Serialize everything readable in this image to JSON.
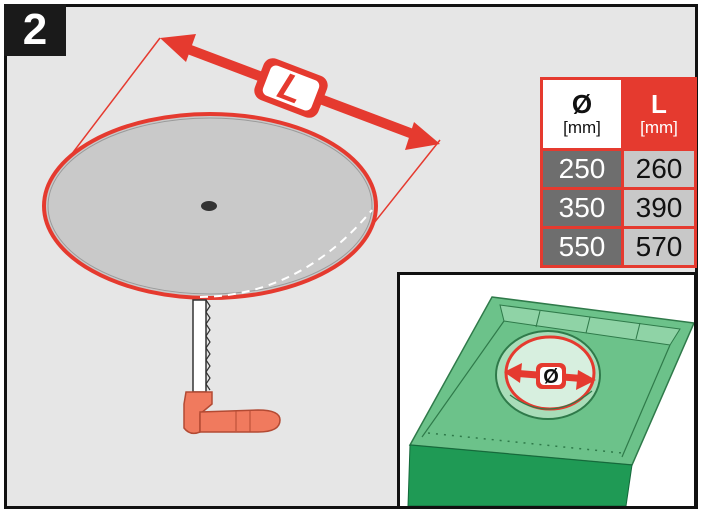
{
  "step_number": "2",
  "diagram": {
    "length_label": "L",
    "diameter_symbol": "Ø"
  },
  "table": {
    "header": {
      "diameter_symbol": "Ø",
      "diameter_unit": "[mm]",
      "length_symbol": "L",
      "length_unit": "[mm]"
    },
    "rows": [
      {
        "diameter": "250",
        "length": "260"
      },
      {
        "diameter": "350",
        "length": "390"
      },
      {
        "diameter": "550",
        "length": "570"
      }
    ]
  },
  "colors": {
    "accent_red": "#e53a2f",
    "disc_gray": "#c9c9c9",
    "panel_background": "#e6e6e6",
    "roof_green": "#6cc28a",
    "saw_handle": "#f07a5e"
  }
}
